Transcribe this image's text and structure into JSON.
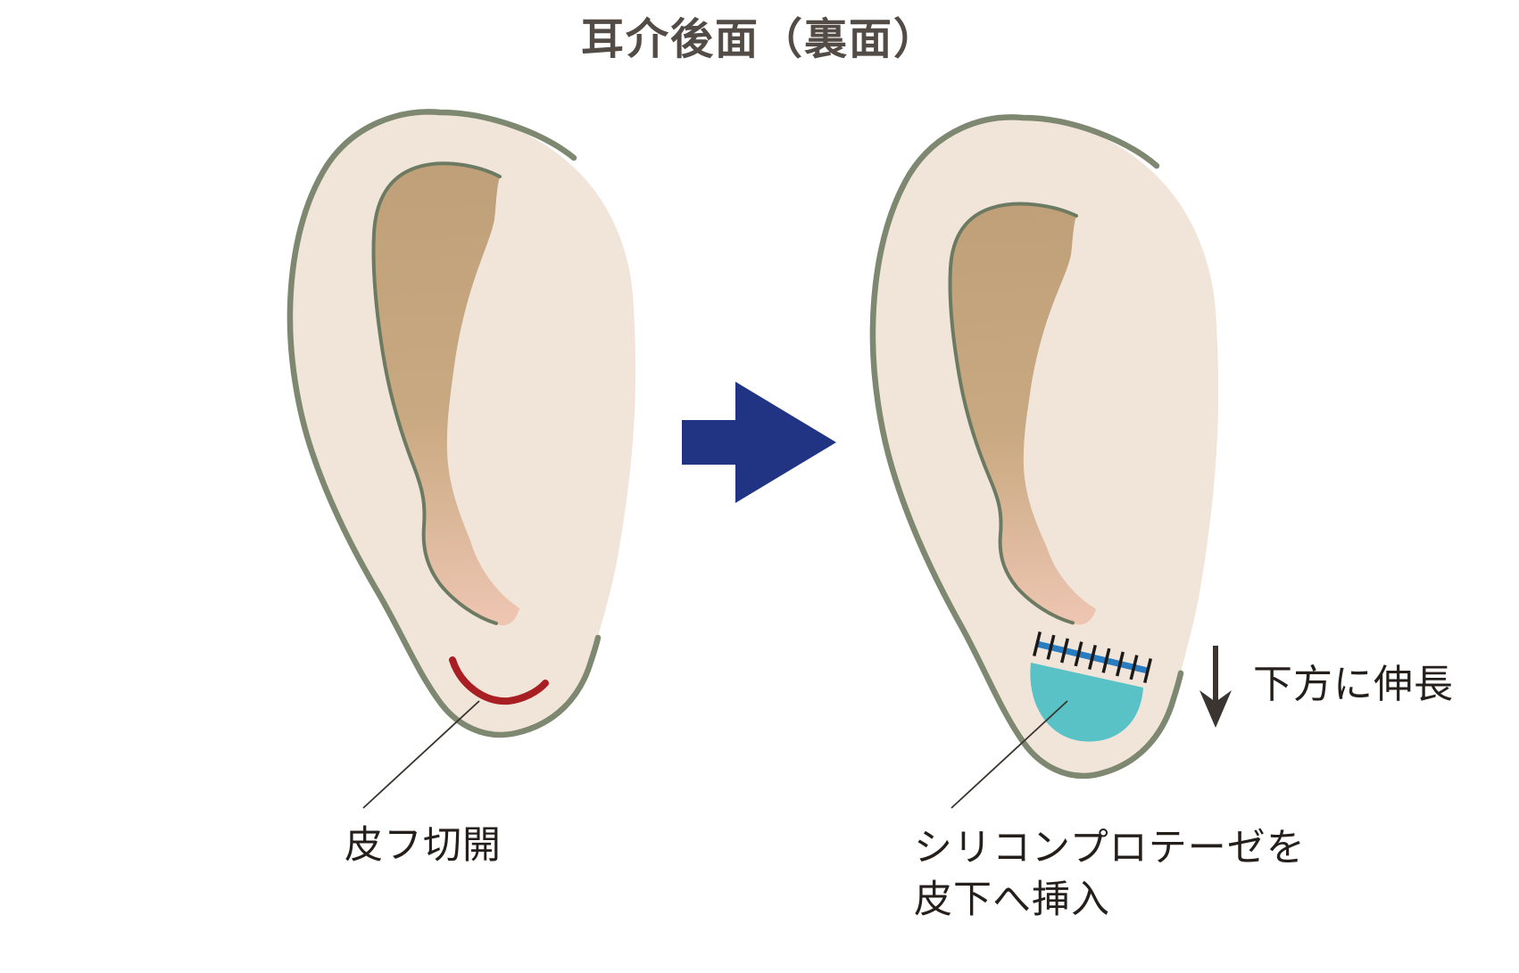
{
  "title": "耳介後面（裏面）",
  "panels": {
    "left_ear_name": "auricle-back-before",
    "right_ear_name": "auricle-back-after"
  },
  "labels": {
    "incision": "皮フ切開",
    "implant_line1": "シリコンプロテーゼを",
    "implant_line2": "皮下へ挿入",
    "direction": "下方に伸長"
  },
  "suture": {
    "ticks": 9
  },
  "colors": {
    "background": "#ffffff",
    "ear_fill": "#f1e5da",
    "ear_outline": "#7e8770",
    "fold_tan": "#bfa078",
    "fold_mid": "#c9a981",
    "fold_pink": "#edc5b1",
    "fold_outline": "#6d7a62",
    "incision_red": "#a81e23",
    "implant_teal": "#58c2c7",
    "suture_blue": "#2a7cc0",
    "suture_tick": "#1c1a18",
    "transform_arrow_navy": "#213383",
    "down_arrow": "#3b3531",
    "leader_line": "#3a3430",
    "title_text": "#534b45",
    "label_text": "#251f1c"
  }
}
